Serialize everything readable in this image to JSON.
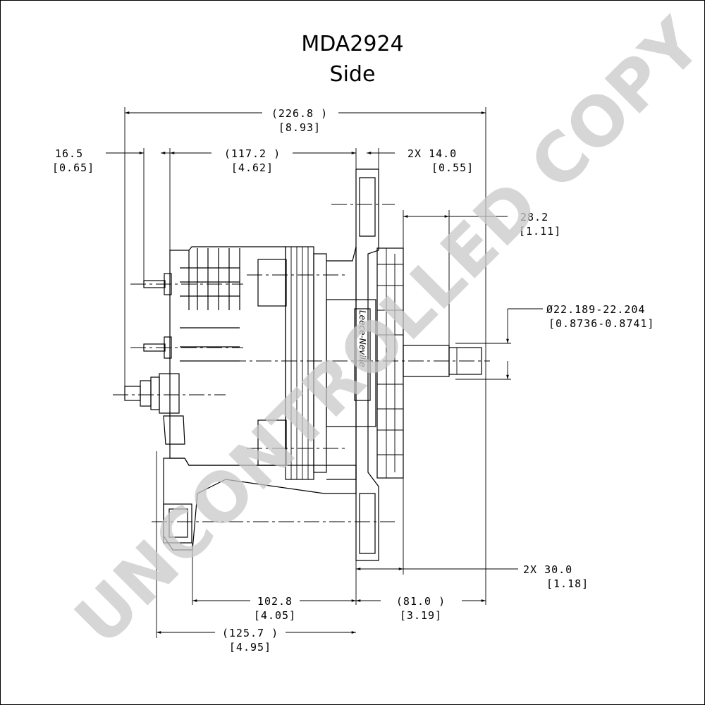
{
  "title": "MDA2924",
  "view": "Side",
  "watermark": "UNCONTROLLED COPY",
  "dimensions": {
    "overall_length": {
      "mm": "(226.8 )",
      "in": "[8.93]"
    },
    "terminal_offset": {
      "mm": "16.5",
      "in": "[0.65]"
    },
    "terminal_to_flange": {
      "mm": "(117.2 )",
      "in": "[4.62]"
    },
    "flange_thickness": {
      "mm": "2X 14.0",
      "in": "[0.55]"
    },
    "pulley_length": {
      "mm": "28.2",
      "in": "[1.11]"
    },
    "shaft_diameter": {
      "mm": "Ø22.189-22.204",
      "in": "[0.8736-0.8741]"
    },
    "foot_width": {
      "mm": "2X 30.0",
      "in": "[1.18]"
    },
    "mount_to_flange": {
      "mm": "102.8",
      "in": "[4.05]"
    },
    "flange_to_end": {
      "mm": "(81.0   )",
      "in": "[3.19]"
    },
    "rear_to_flange": {
      "mm": "(125.7 )",
      "in": "[4.95]"
    }
  },
  "brand_mark": "Leece-Neville"
}
